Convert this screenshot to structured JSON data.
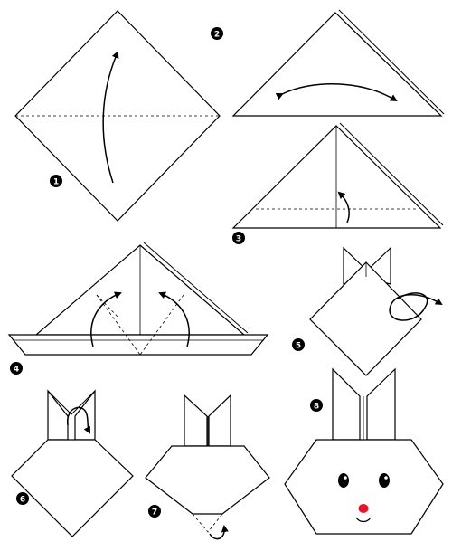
{
  "steps": [
    {
      "number": "1"
    },
    {
      "number": "2"
    },
    {
      "number": "3"
    },
    {
      "number": "4"
    },
    {
      "number": "5"
    },
    {
      "number": "6"
    },
    {
      "number": "7"
    },
    {
      "number": "8"
    }
  ],
  "colors": {
    "paper": "#ffffff",
    "line": "#000000",
    "badge": "#000000",
    "nose": "#e8142a"
  }
}
